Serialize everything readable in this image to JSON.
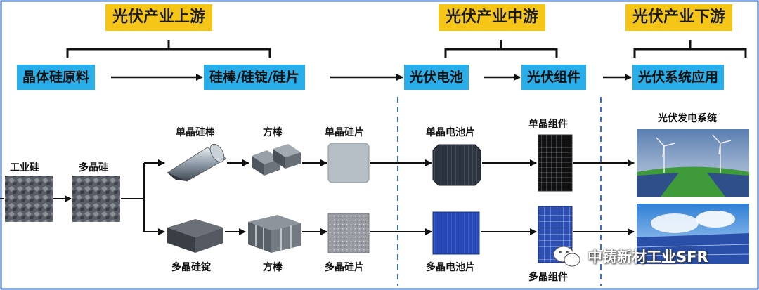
{
  "stages": {
    "upstream": "光伏产业上游",
    "midstream": "光伏产业中游",
    "downstream": "光伏产业下游"
  },
  "steps": {
    "raw_material": "晶体硅原料",
    "ingot_wafer": "硅棒/硅锭/硅片",
    "cell": "光伏电池",
    "module": "光伏组件",
    "system": "光伏系统应用"
  },
  "items": {
    "industrial_silicon": "工业硅",
    "polysilicon": "多晶硅",
    "mono_rod": "单晶硅棒",
    "mono_square": "方棒",
    "mono_wafer": "单晶硅片",
    "mono_cell": "单晶电池片",
    "mono_module": "单晶组件",
    "pv_system": "光伏发电系统",
    "poly_ingot": "多晶硅锭",
    "poly_square": "方棒",
    "poly_wafer": "多晶硅片",
    "poly_cell": "多晶电池片",
    "poly_module": "多晶组件"
  },
  "watermark": "中铸新材工业SFR",
  "colors": {
    "stage_bg": "#f5c518",
    "step_bg": "#29aee9",
    "frame": "#2a5db0",
    "divider": "#3a6fc4"
  }
}
